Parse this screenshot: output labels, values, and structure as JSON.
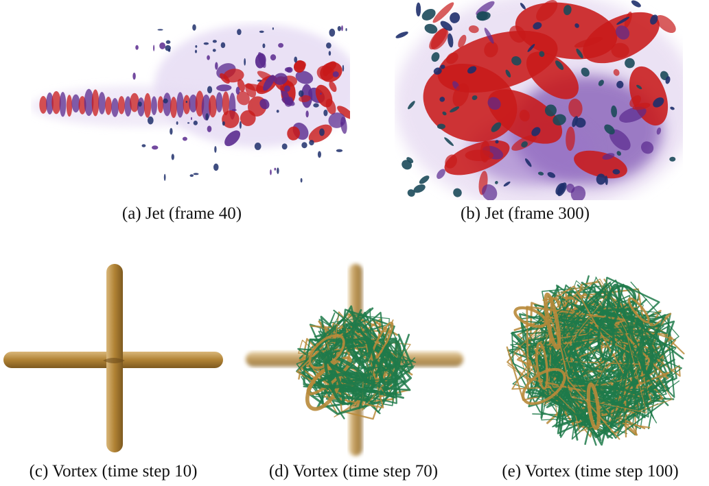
{
  "figure": {
    "panels": [
      {
        "id": "a",
        "caption": "(a) Jet (frame 40)"
      },
      {
        "id": "b",
        "caption": "(b) Jet (frame 300)"
      },
      {
        "id": "c",
        "caption": "(c) Vortex (time step 10)"
      },
      {
        "id": "d",
        "caption": "(d) Vortex (time step 70)"
      },
      {
        "id": "e",
        "caption": "(e) Vortex (time step 100)"
      }
    ]
  },
  "colors": {
    "jet_red": "#c81a1a",
    "jet_purple": "#5a2a8e",
    "jet_dark_blob": "#1e2f6b",
    "vortex_gold": "#b8893a",
    "vortex_green": "#1f7a4a"
  }
}
